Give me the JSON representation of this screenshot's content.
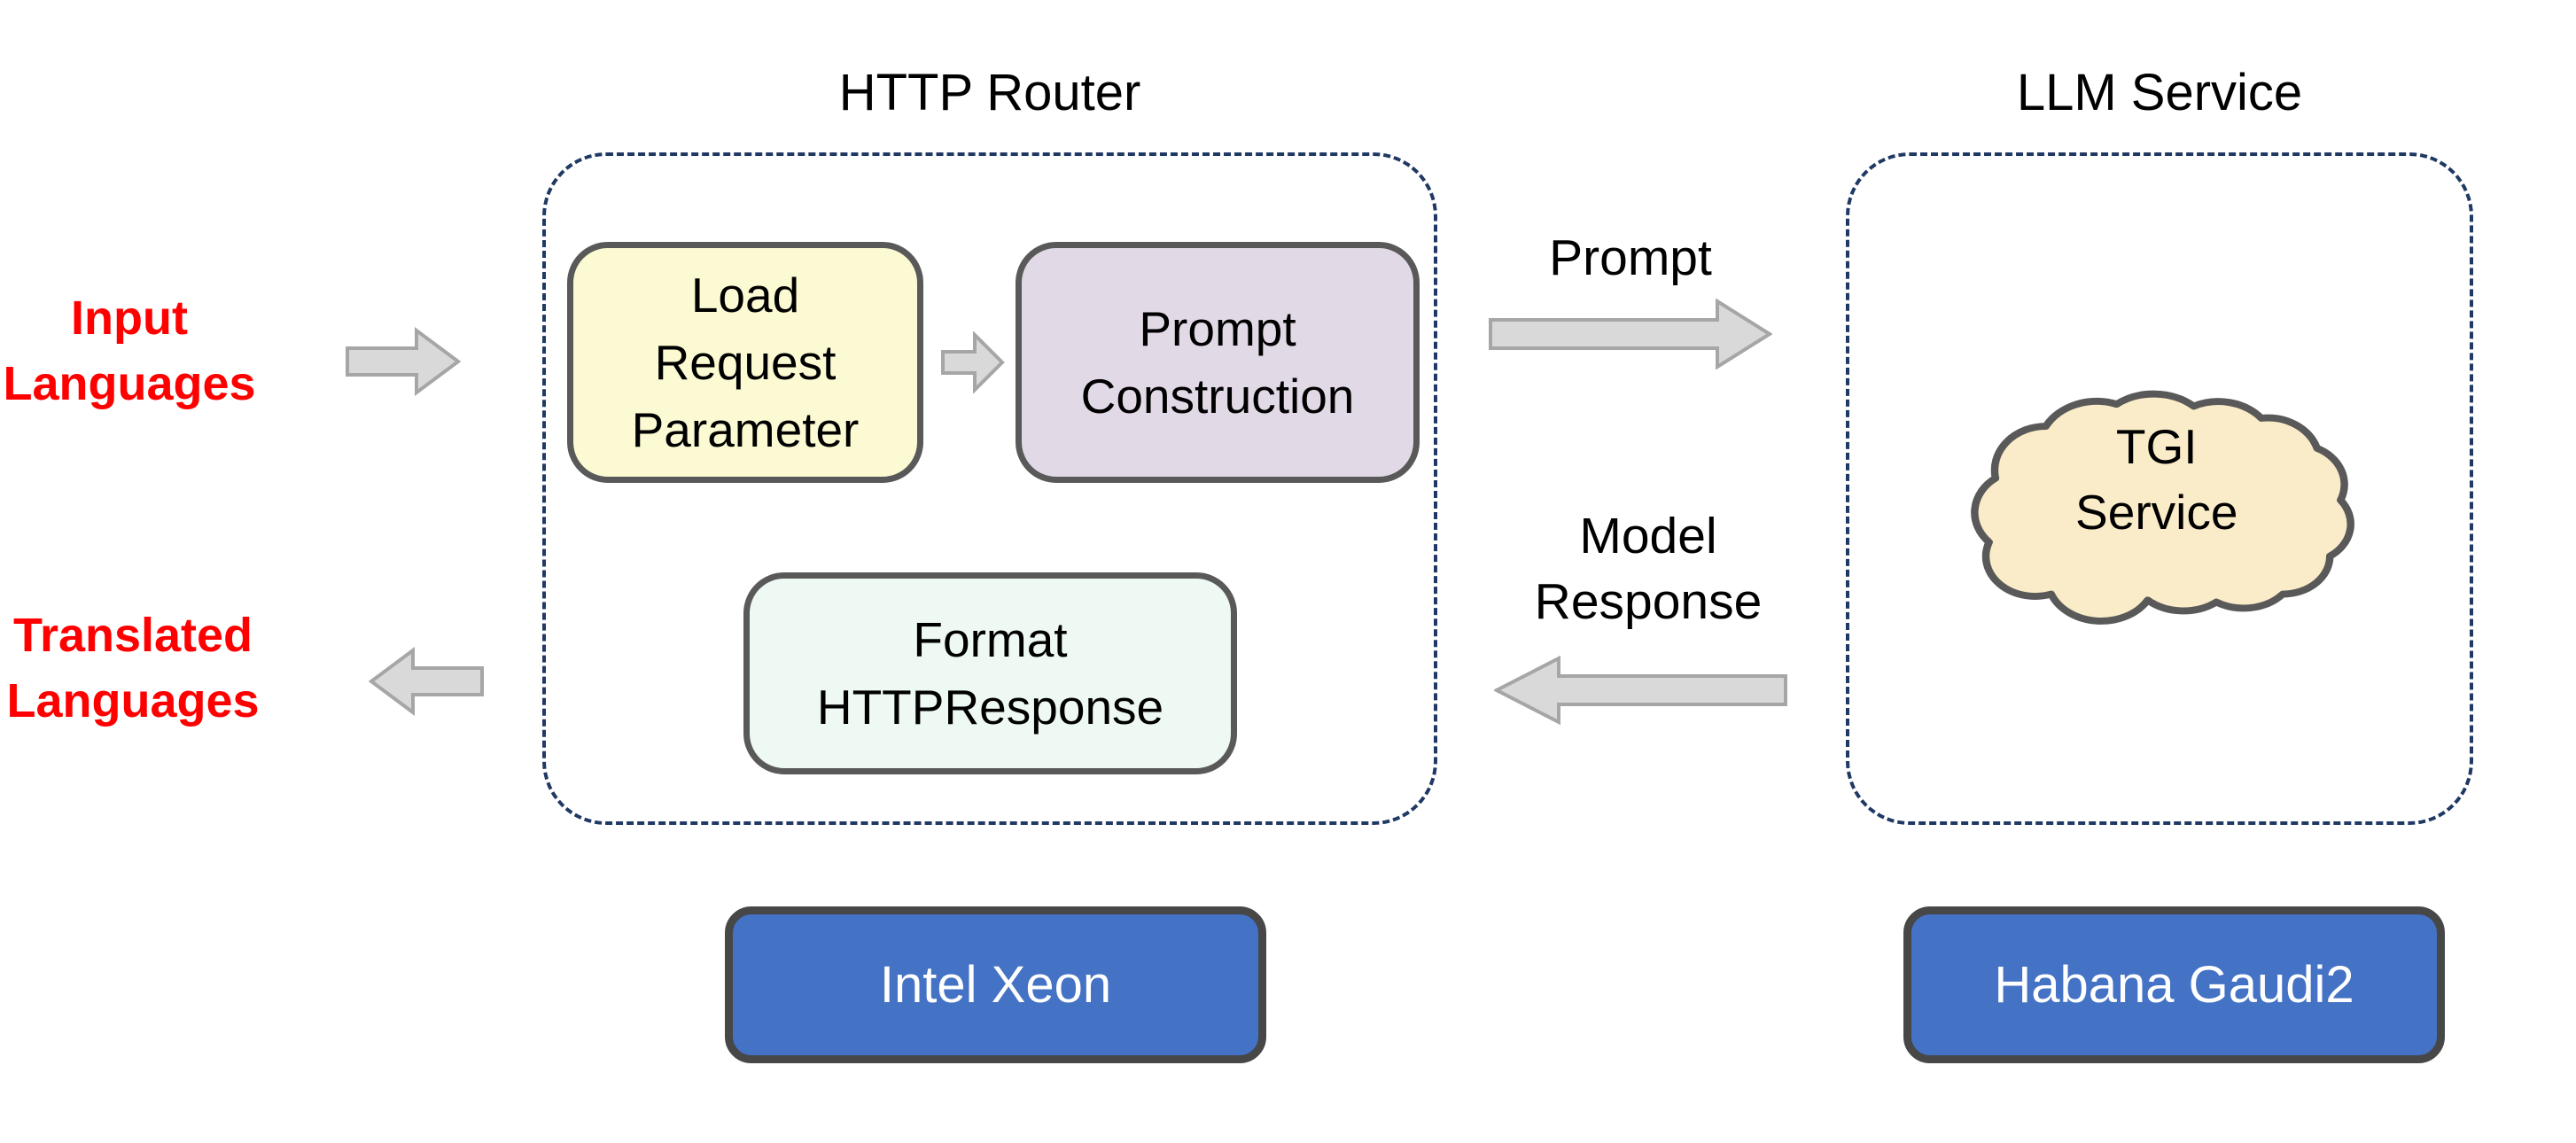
{
  "labels": {
    "input_languages": {
      "line1": "Input",
      "line2": "Languages"
    },
    "translated_languages": {
      "line1": "Translated",
      "line2": "Languages"
    }
  },
  "http_router": {
    "title": "HTTP Router",
    "load_request_parameter": {
      "line1": "Load",
      "line2": "Request",
      "line3": "Parameter"
    },
    "prompt_construction": {
      "line1": "Prompt",
      "line2": "Construction"
    },
    "format_http_response": {
      "line1": "Format",
      "line2": "HTTPResponse"
    }
  },
  "llm_service": {
    "title": "LLM Service",
    "tgi_cloud": {
      "line1": "TGI",
      "line2": "Service"
    }
  },
  "flows": {
    "prompt": "Prompt",
    "model_response": {
      "line1": "Model",
      "line2": "Response"
    }
  },
  "hardware": {
    "intel_xeon": "Intel Xeon",
    "habana_gaudi2": "Habana Gaudi2"
  },
  "colors": {
    "red_label": "#FF0000",
    "yellow_box": "#FBFAD2",
    "purple_box": "#E2D9E6",
    "mint_box": "#EDF9F2",
    "cloud_fill": "#FAECC8",
    "blue_box": "#4472C4",
    "blue_box_border": "#474747",
    "box_border": "#595959",
    "dashed_border": "#1F3864",
    "arrow_fill": "#D9D9D9",
    "arrow_border": "#A6A6A6"
  }
}
